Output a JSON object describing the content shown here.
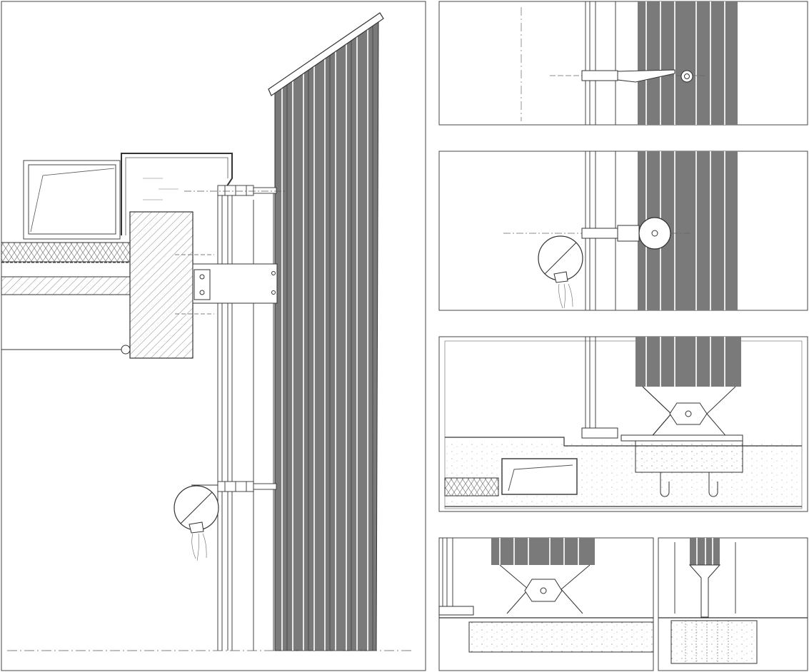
{
  "drawing": {
    "kind": "architectural facade section details",
    "sheet_background": "#ffffff",
    "line_color": "#3a3a3a",
    "cladding_color": "#6f6f6f",
    "panels": [
      {
        "key": "main-section",
        "title": ""
      },
      {
        "key": "detail-1",
        "title": ""
      },
      {
        "key": "detail-2",
        "title": ""
      },
      {
        "key": "detail-3",
        "title": ""
      },
      {
        "key": "detail-4",
        "title": ""
      },
      {
        "key": "detail-5",
        "title": ""
      }
    ]
  }
}
